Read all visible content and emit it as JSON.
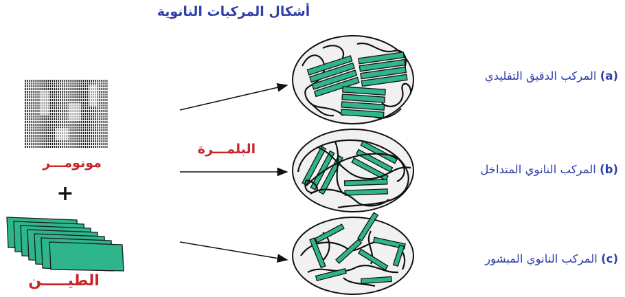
{
  "title": "أشكال المركبات النانوية",
  "labels": {
    "monomer": "مونومـــر",
    "plus": "+",
    "clay": "الطيـــــن",
    "polymerization": "البلمـــرة"
  },
  "composites": [
    {
      "letter": "(a)",
      "text": "المركب الدقيق التقليدي"
    },
    {
      "letter": "(b)",
      "text": "المركب النانوي المتداخل"
    },
    {
      "letter": "(c)",
      "text": "المركب النانوي المبشور"
    }
  ],
  "colors": {
    "title": "#2f3fa8",
    "caption": "#2f3fa8",
    "red_label": "#c8242b",
    "clay_green": "#2fb58c",
    "circle_fill": "#f1f1f1"
  }
}
